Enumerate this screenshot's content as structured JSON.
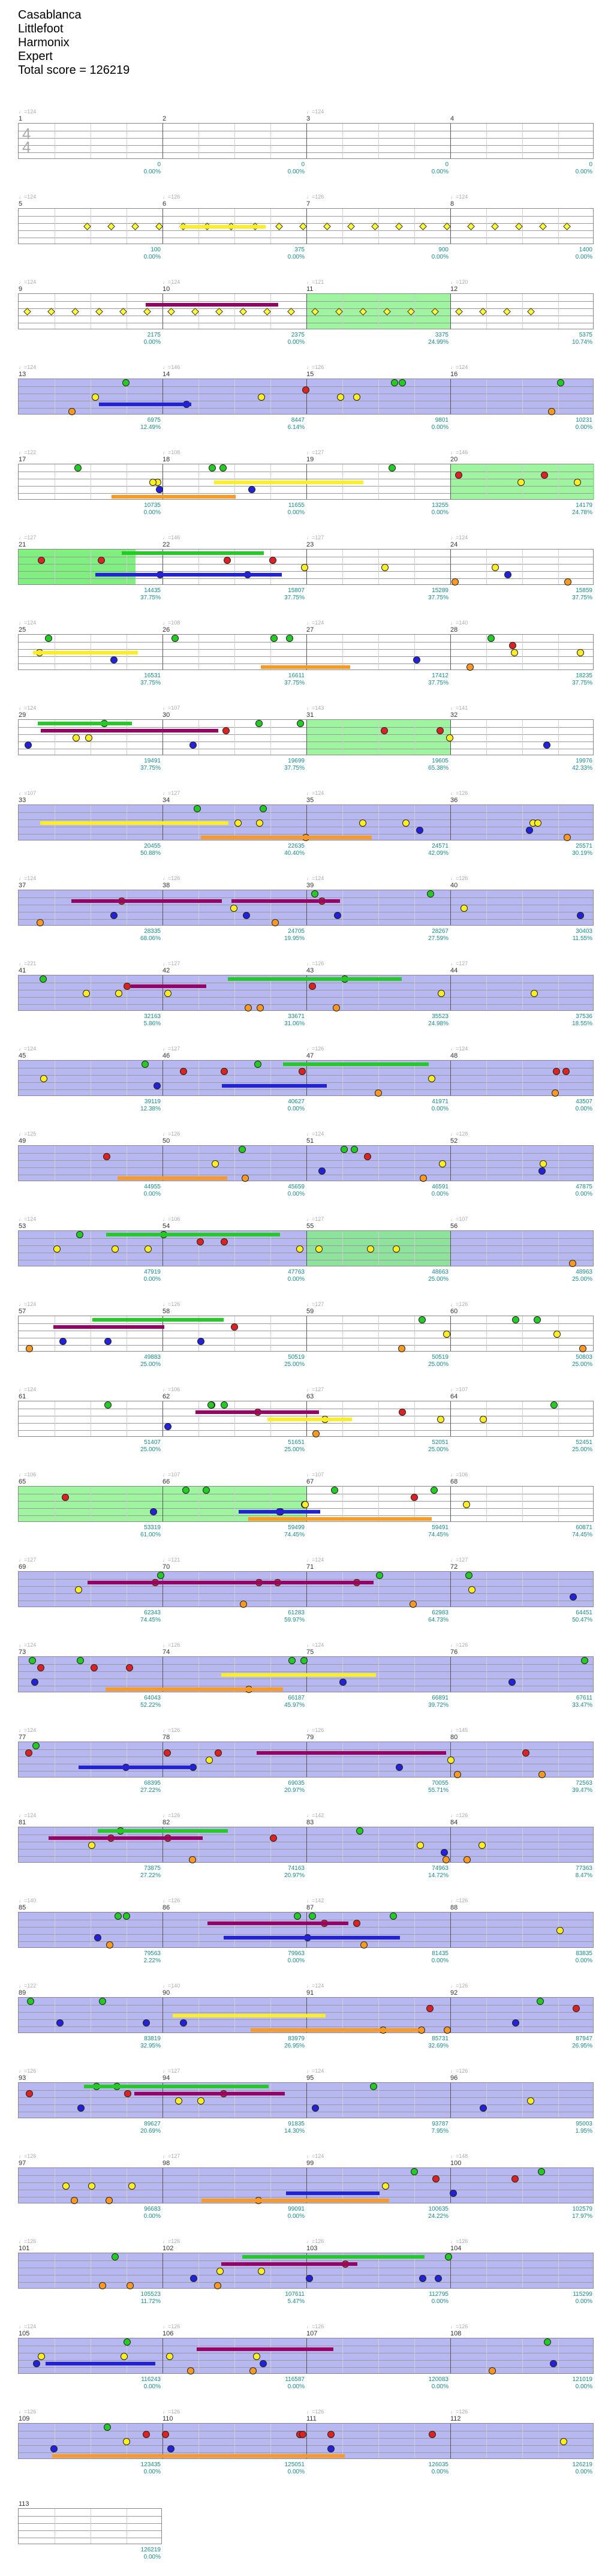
{
  "header": {
    "song": "Casablanca",
    "artist": "Littlefoot",
    "instrument": "Harmonix",
    "difficulty": "Expert",
    "total_score": "Total score = 126219"
  },
  "time_signature": {
    "top": "4",
    "bottom": "4"
  },
  "colors": {
    "green": "#22cc22",
    "red": "#dd2222",
    "yellow": "#ffee22",
    "blue": "#2222dd",
    "orange": "#ff9922",
    "overdrive": "#b7b7f2",
    "solo": "#7ff07f",
    "purple_sustain": "#990066"
  },
  "rows": [
    {
      "m": [
        1,
        2,
        3,
        4
      ],
      "s": [
        "0",
        "0",
        "0",
        "0"
      ],
      "p": [
        "0.00%",
        "0.00%",
        "0.00%",
        "0.00%"
      ],
      "t": [
        "♩=124",
        "",
        "♩=124",
        ""
      ]
    },
    {
      "m": [
        5,
        6,
        7,
        8
      ],
      "s": [
        "100",
        "375",
        "900",
        "1400"
      ],
      "p": [
        "0.00%",
        "0.00%",
        "0.00%",
        "0.00%"
      ],
      "t": [
        "♩=124",
        "♩=126",
        "♩=126",
        "♩=124"
      ]
    },
    {
      "m": [
        9,
        10,
        11,
        12
      ],
      "s": [
        "2175",
        "2375",
        "3375",
        "5375"
      ],
      "p": [
        "0.00%",
        "0.00%",
        "24.99%",
        "10.74%"
      ],
      "t": [
        "♩=124",
        "♩=124",
        "♩=121",
        "♩=120"
      ]
    },
    {
      "m": [
        13,
        14,
        15,
        16
      ],
      "s": [
        "6975",
        "8447",
        "9801",
        "10231"
      ],
      "p": [
        "12.49%",
        "6.14%",
        "0.00%",
        "0.00%"
      ],
      "t": [
        "♩=124",
        "♩=146",
        "♩=126",
        "♩=124"
      ]
    },
    {
      "m": [
        17,
        18,
        19,
        20
      ],
      "s": [
        "10735",
        "11655",
        "13255",
        "14179"
      ],
      "p": [
        "0.00%",
        "0.00%",
        "0.00%",
        "24.78%"
      ],
      "t": [
        "♩=122",
        "♩=108",
        "♩=127",
        "♩=146"
      ]
    },
    {
      "m": [
        21,
        22,
        23,
        24
      ],
      "s": [
        "14435",
        "15807",
        "15289",
        "15859"
      ],
      "p": [
        "37.75%",
        "37.75%",
        "37.75%",
        "37.75%"
      ],
      "t": [
        "♩=127",
        "♩=146",
        "♩=127",
        "♩=124"
      ]
    },
    {
      "m": [
        25,
        26,
        27,
        28
      ],
      "s": [
        "16531",
        "16611",
        "17412",
        "18235"
      ],
      "p": [
        "37.75%",
        "37.75%",
        "37.75%",
        "37.75%"
      ],
      "t": [
        "♩=124",
        "♩=108",
        "♩=124",
        "♩=140"
      ]
    },
    {
      "m": [
        29,
        30,
        31,
        32
      ],
      "s": [
        "19491",
        "19699",
        "19605",
        "19976"
      ],
      "p": [
        "37.75%",
        "37.75%",
        "65.38%",
        "42.33%"
      ],
      "t": [
        "♩=124",
        "♩=107",
        "♩=143",
        "♩=141"
      ]
    },
    {
      "m": [
        33,
        34,
        35,
        36
      ],
      "s": [
        "20455",
        "22635",
        "24571",
        "25571"
      ],
      "p": [
        "50.88%",
        "40.40%",
        "42.09%",
        "30.19%"
      ],
      "t": [
        "♩=107",
        "♩=127",
        "♩=124",
        "♩=126"
      ]
    },
    {
      "m": [
        37,
        38,
        39,
        40
      ],
      "s": [
        "28335",
        "24705",
        "28267",
        "30403"
      ],
      "p": [
        "68.06%",
        "19.95%",
        "27.59%",
        "11.55%"
      ],
      "t": [
        "♩=124",
        "♩=126",
        "♩=124",
        "♩=126"
      ]
    },
    {
      "m": [
        41,
        42,
        43,
        44
      ],
      "s": [
        "32163",
        "33671",
        "35523",
        "37536"
      ],
      "p": [
        "5.86%",
        "31.06%",
        "24.98%",
        "18.55%"
      ],
      "t": [
        "♩=221",
        "♩=127",
        "♩=126",
        "♩=127"
      ]
    },
    {
      "m": [
        45,
        46,
        47,
        48
      ],
      "s": [
        "39119",
        "40627",
        "41971",
        "43507"
      ],
      "p": [
        "12.38%",
        "0.00%",
        "0.00%",
        "0.00%"
      ],
      "t": [
        "♩=124",
        "♩=127",
        "♩=126",
        "♩=124"
      ]
    },
    {
      "m": [
        49,
        50,
        51,
        52
      ],
      "s": [
        "44955",
        "45659",
        "46591",
        "47875"
      ],
      "p": [
        "0.00%",
        "0.00%",
        "0.00%",
        "0.00%"
      ],
      "t": [
        "♩=125",
        "♩=126",
        "♩=124",
        "♩=128"
      ]
    },
    {
      "m": [
        53,
        54,
        55,
        56
      ],
      "s": [
        "47919",
        "47763",
        "48663",
        "48963"
      ],
      "p": [
        "0.00%",
        "0.00%",
        "25.00%",
        "25.00%"
      ],
      "t": [
        "♩=124",
        "♩=106",
        "♩=127",
        "♩=107"
      ]
    },
    {
      "m": [
        57,
        58,
        59,
        60
      ],
      "s": [
        "49883",
        "50519",
        "50519",
        "50803"
      ],
      "p": [
        "25.00%",
        "25.00%",
        "25.00%",
        "25.00%"
      ],
      "t": [
        "♩=124",
        "♩=126",
        "♩=127",
        "♩=126"
      ]
    },
    {
      "m": [
        61,
        62,
        63,
        64
      ],
      "s": [
        "51407",
        "51651",
        "52051",
        "52451"
      ],
      "p": [
        "25.00%",
        "25.00%",
        "25.00%",
        "25.00%"
      ],
      "t": [
        "♩=124",
        "♩=106",
        "♩=127",
        "♩=107"
      ]
    },
    {
      "m": [
        65,
        66,
        67,
        68
      ],
      "s": [
        "53319",
        "59499",
        "59491",
        "60871"
      ],
      "p": [
        "61.00%",
        "74.45%",
        "74.45%",
        "74.45%"
      ],
      "t": [
        "♩=106",
        "♩=107",
        "♩=107",
        "♩=106"
      ]
    },
    {
      "m": [
        69,
        70,
        71,
        72
      ],
      "s": [
        "62343",
        "61283",
        "62983",
        "64451"
      ],
      "p": [
        "74.45%",
        "59.97%",
        "64.73%",
        "50.47%"
      ],
      "t": [
        "♩=127",
        "♩=121",
        "♩=124",
        "♩=127"
      ]
    },
    {
      "m": [
        73,
        74,
        75,
        76
      ],
      "s": [
        "64043",
        "66187",
        "66891",
        "67611"
      ],
      "p": [
        "52.22%",
        "45.97%",
        "39.72%",
        "33.47%"
      ],
      "t": [
        "♩=124",
        "♩=126",
        "♩=124",
        "♩=126"
      ]
    },
    {
      "m": [
        77,
        78,
        79,
        80
      ],
      "s": [
        "68395",
        "69035",
        "70055",
        "72563"
      ],
      "p": [
        "27.22%",
        "20.97%",
        "55.71%",
        "39.47%"
      ],
      "t": [
        "♩=124",
        "♩=126",
        "♩=126",
        "♩=145"
      ]
    },
    {
      "m": [
        81,
        82,
        83,
        84
      ],
      "s": [
        "73875",
        "74163",
        "74963",
        "77363"
      ],
      "p": [
        "27.22%",
        "20.97%",
        "14.72%",
        "8.47%"
      ],
      "t": [
        "♩=124",
        "♩=126",
        "♩=142",
        "♩=126"
      ]
    },
    {
      "m": [
        85,
        86,
        87,
        88
      ],
      "s": [
        "79563",
        "79963",
        "81435",
        "83835"
      ],
      "p": [
        "2.22%",
        "0.00%",
        "0.00%",
        "0.00%"
      ],
      "t": [
        "♩=140",
        "♩=126",
        "♩=142",
        "♩=126"
      ]
    },
    {
      "m": [
        89,
        90,
        91,
        92
      ],
      "s": [
        "83819",
        "83979",
        "85731",
        "87947"
      ],
      "p": [
        "32.95%",
        "26.95%",
        "32.69%",
        "26.95%"
      ],
      "t": [
        "♩=122",
        "♩=140",
        "♩=124",
        "♩=126"
      ]
    },
    {
      "m": [
        93,
        94,
        95,
        96
      ],
      "s": [
        "89627",
        "91835",
        "93787",
        "95003"
      ],
      "p": [
        "20.69%",
        "14.30%",
        "7.95%",
        "1.95%"
      ],
      "t": [
        "♩=126",
        "♩=127",
        "♩=124",
        "♩=126"
      ]
    },
    {
      "m": [
        97,
        98,
        99,
        100
      ],
      "s": [
        "96683",
        "99091",
        "100635",
        "102579"
      ],
      "p": [
        "0.00%",
        "0.00%",
        "24.22%",
        "17.97%"
      ],
      "t": [
        "♩=126",
        "♩=127",
        "♩=124",
        "♩=148"
      ]
    },
    {
      "m": [
        101,
        102,
        103,
        104
      ],
      "s": [
        "105523",
        "107611",
        "112795",
        "115299"
      ],
      "p": [
        "11.72%",
        "5.47%",
        "0.00%",
        "0.00%"
      ],
      "t": [
        "♩=126",
        "♩=126",
        "♩=126",
        "♩=126"
      ]
    },
    {
      "m": [
        105,
        106,
        107,
        108
      ],
      "s": [
        "116243",
        "116587",
        "120083",
        "121019"
      ],
      "p": [
        "0.00%",
        "0.00%",
        "0.00%",
        "0.00%"
      ],
      "t": [
        "♩=124",
        "♩=126",
        "♩=126",
        "♩=126"
      ]
    },
    {
      "m": [
        109,
        110,
        111,
        112
      ],
      "s": [
        "123435",
        "125051",
        "126035",
        "126219"
      ],
      "p": [
        "0.00%",
        "0.00%",
        "0.00%",
        "0.00%"
      ],
      "t": [
        "♩=126",
        "♩=126",
        "♩=126",
        "♩=126"
      ]
    },
    {
      "m": [
        113
      ],
      "s": [
        "126219"
      ],
      "p": [
        "0.00%"
      ],
      "t": [
        ""
      ]
    }
  ]
}
